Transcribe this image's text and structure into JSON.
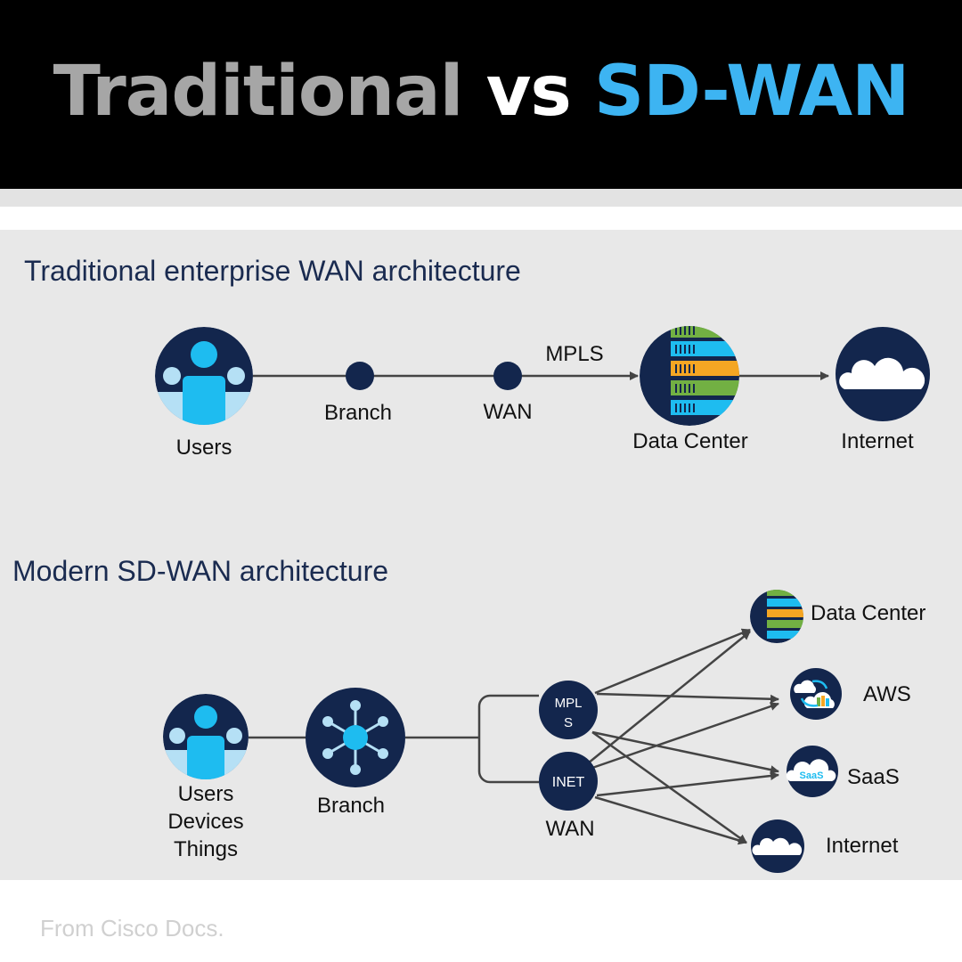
{
  "header": {
    "title_part1": "Traditional",
    "title_part2": "vs",
    "title_part3": "SD-WAN"
  },
  "colors": {
    "navy": "#13264d",
    "light_blue": "#1ebcf0",
    "pale_blue": "#b5e0f5",
    "green": "#72b043",
    "orange": "#f5a623",
    "accent": "#3db4f2"
  },
  "traditional": {
    "title": "Traditional enterprise WAN architecture",
    "users": "Users",
    "branch": "Branch",
    "wan": "WAN",
    "mpls": "MPLS",
    "data_center": "Data Center",
    "internet": "Internet"
  },
  "modern": {
    "title": "Modern SD-WAN architecture",
    "users_line1": "Users",
    "users_line2": "Devices",
    "users_line3": "Things",
    "branch": "Branch",
    "mpls_line1": "MPL",
    "mpls_line2": "S",
    "inet": "INET",
    "wan": "WAN",
    "data_center": "Data Center",
    "aws": "AWS",
    "saas": "SaaS",
    "saas_icon_text": "SaaS",
    "internet": "Internet"
  },
  "footer": "From Cisco Docs."
}
